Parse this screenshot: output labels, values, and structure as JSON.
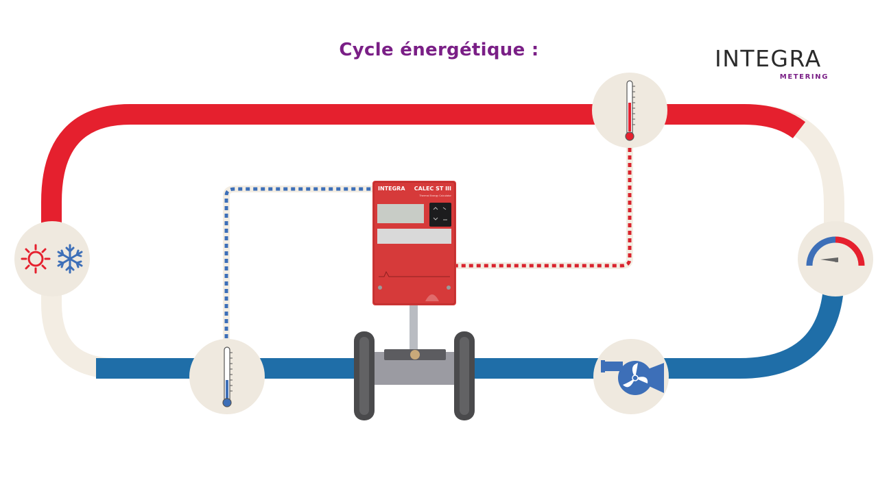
{
  "title": "Cycle énergétique :",
  "logo": {
    "name": "INTEGRA",
    "subtitle": "METERING"
  },
  "device": {
    "brand": "INTEGRA",
    "model": "CALEC ST III",
    "subtitle": "Thermal Energy Calculator"
  },
  "icons": [
    "sun-icon",
    "snowflake-icon",
    "thermometer-icon",
    "gauge-icon",
    "pump-icon",
    "flow-meter-icon"
  ],
  "colors": {
    "title": "#7a1f86",
    "logo_text": "#2b2b2b",
    "logo_accent": "#7a1f86",
    "hot_line": "#e5202e",
    "cold_line": "#1f6ea8",
    "neutral_line": "#f3ede3",
    "signal_red": "#d9232d",
    "signal_blue": "#3d6fb8",
    "node_bg": "#efe9df",
    "device_body": "#d63a3a",
    "sun": "#e5202e",
    "snow": "#3d6fb8",
    "meter_body": "#9b9ba2",
    "meter_flange": "#4a4a4c"
  }
}
